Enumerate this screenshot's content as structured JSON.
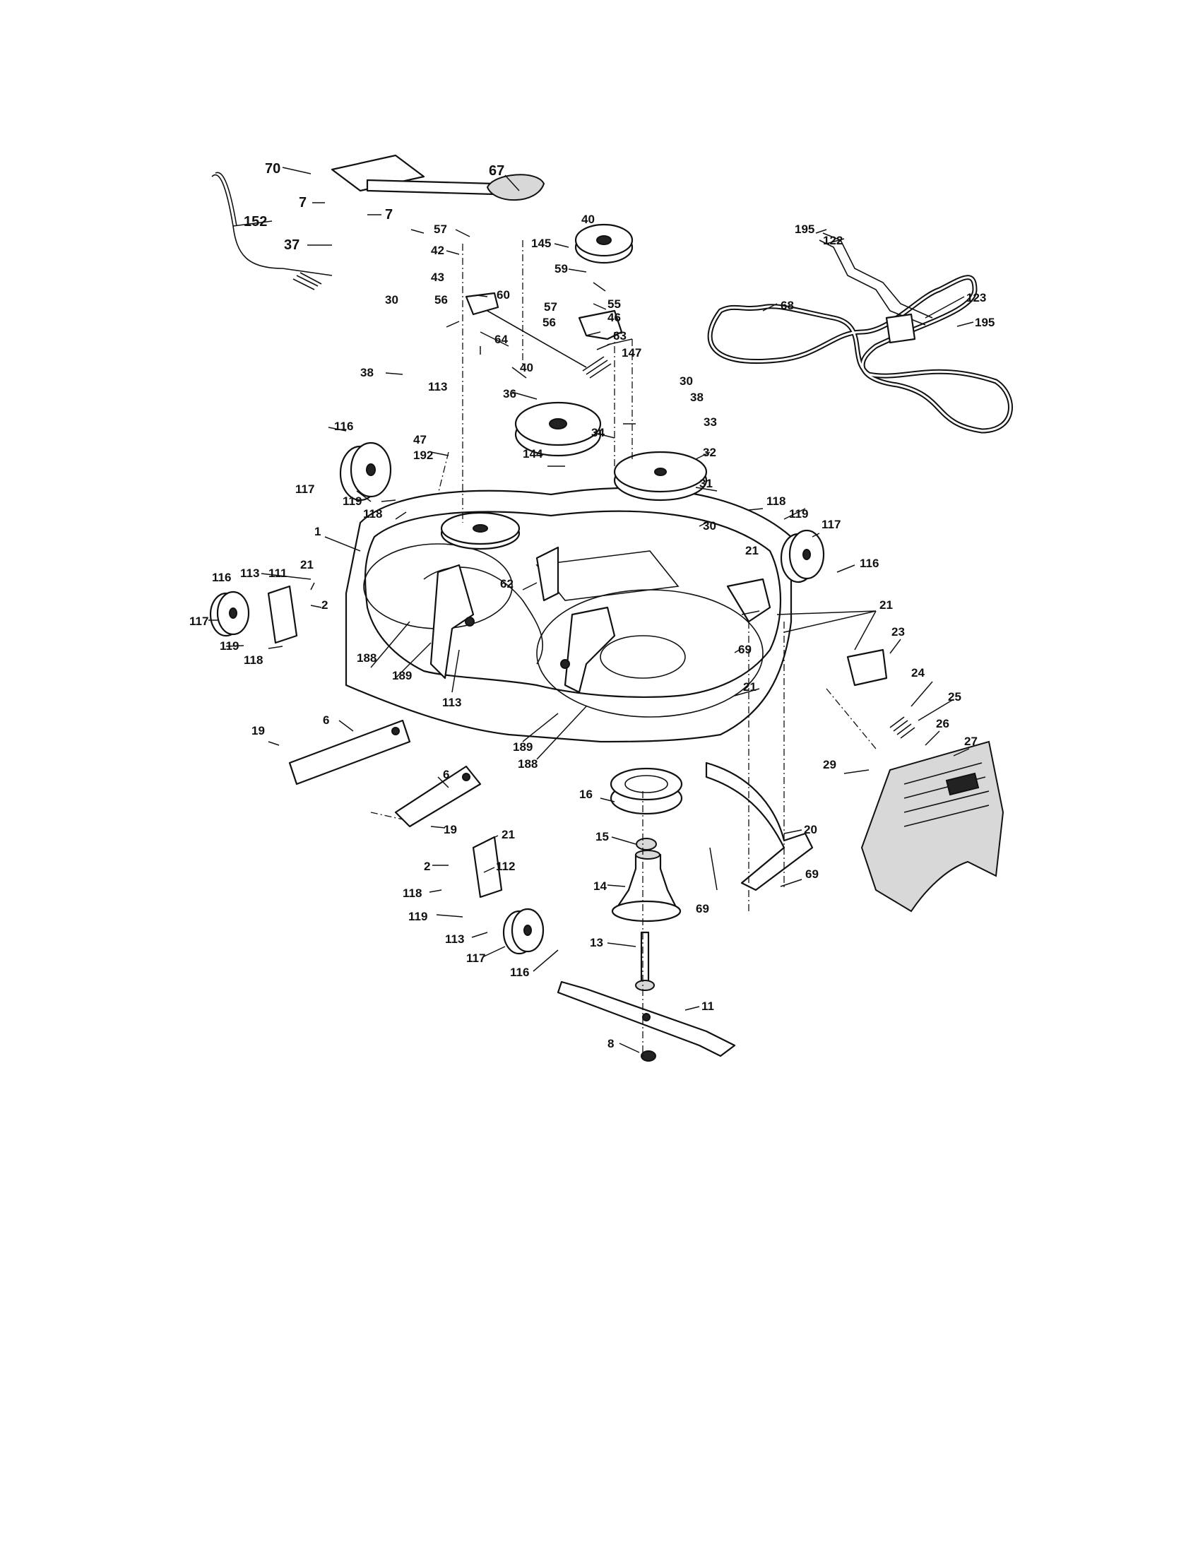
{
  "diagram": {
    "callouts": {
      "c70": "70",
      "c67": "67",
      "c7a": "7",
      "c152": "152",
      "c7b": "7",
      "c37": "37",
      "c40a": "40",
      "c57a": "57",
      "c145": "145",
      "c42": "42",
      "c59": "59",
      "c43": "43",
      "c56a": "56",
      "c60": "60",
      "c57b": "57",
      "c55": "55",
      "c56b": "56",
      "c46": "46",
      "c64": "64",
      "c63": "63",
      "c147": "147",
      "c30a": "30",
      "c38a": "38",
      "c40b": "40",
      "c30b": "30",
      "c38b": "38",
      "c113a": "113",
      "c36": "36",
      "c34": "34",
      "c33": "33",
      "c116a": "116",
      "c47": "47",
      "c192": "192",
      "c144": "144",
      "c32": "32",
      "c117a": "117",
      "c119a": "119",
      "c31": "31",
      "c118a": "118",
      "c118b": "118",
      "c119b": "119",
      "c30c": "30",
      "c117b": "117",
      "c1": "1",
      "c21a": "21",
      "c116b": "116",
      "c113b": "113",
      "c111": "111",
      "c21b": "21",
      "c2a": "2",
      "c116c": "116",
      "c62": "62",
      "c117c": "117",
      "c21c": "21",
      "c119c": "119",
      "c23": "23",
      "c118c": "118",
      "c69a": "69",
      "c188a": "188",
      "c189a": "189",
      "c113c": "113",
      "c21d": "21",
      "c24": "24",
      "c25": "25",
      "c19a": "19",
      "c6a": "6",
      "c189b": "189",
      "c26": "26",
      "c27": "27",
      "c188b": "188",
      "c29": "29",
      "c6b": "6",
      "c16": "16",
      "c19b": "19",
      "c20": "20",
      "c21e": "21",
      "c15": "15",
      "c2b": "2",
      "c112": "112",
      "c14": "14",
      "c69b": "69",
      "c118d": "118",
      "c69c": "69",
      "c119d": "119",
      "c113d": "113",
      "c13": "13",
      "c117d": "117",
      "c116d": "116",
      "c11": "11",
      "c8": "8",
      "c195a": "195",
      "c122": "122",
      "c68": "68",
      "c123": "123",
      "c195b": "195"
    }
  }
}
